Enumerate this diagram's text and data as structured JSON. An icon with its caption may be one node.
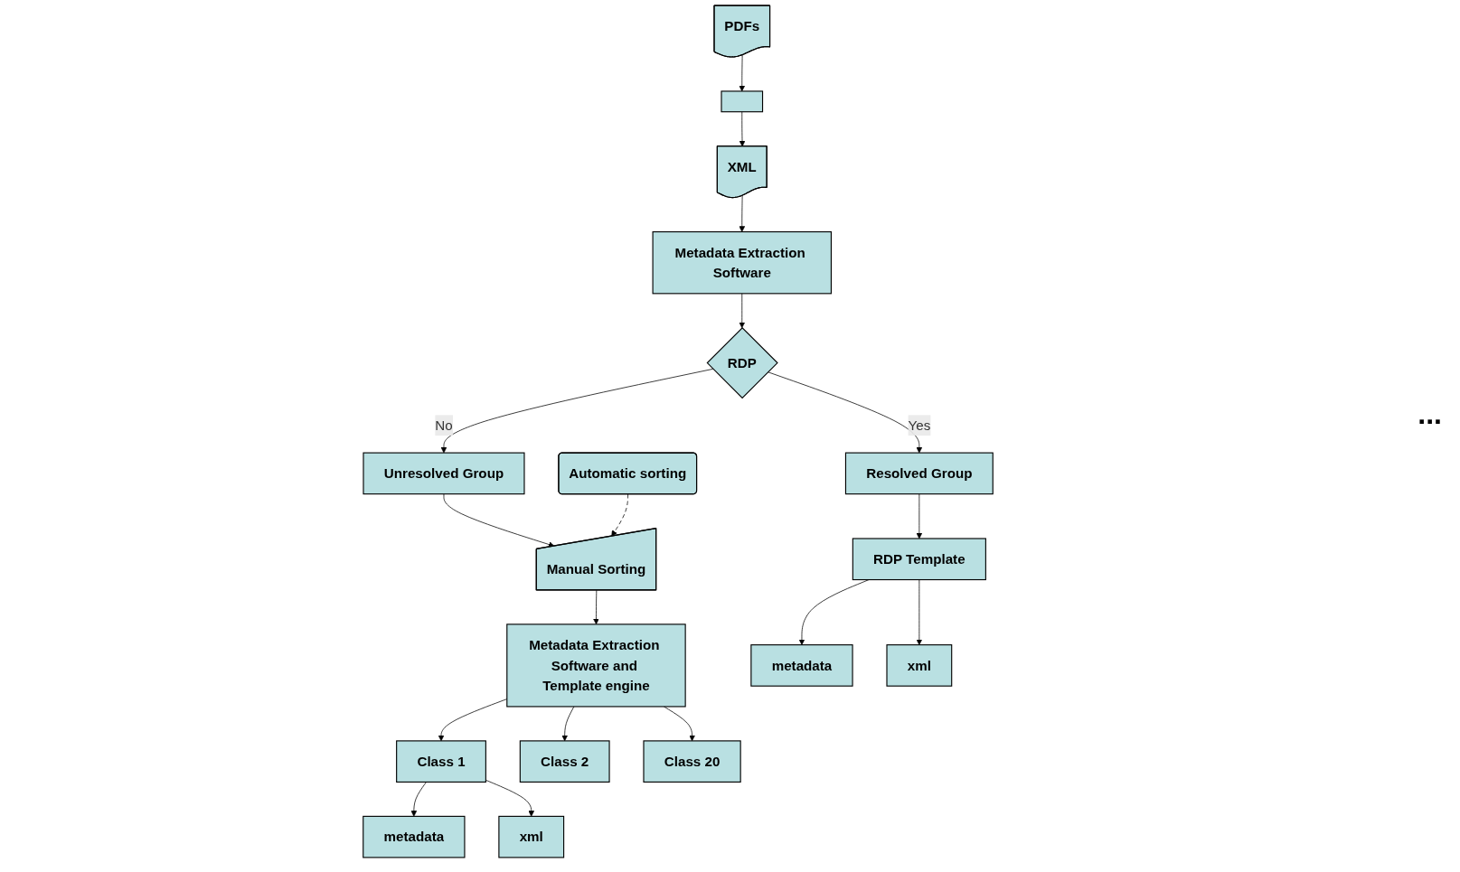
{
  "diagram": {
    "nodes": [
      {
        "text": [
          "PDFs"
        ]
      },
      {
        "text": [],
        "shape": "box"
      },
      {
        "text": [
          "XML"
        ]
      },
      {
        "text": [
          "Metadata Extraction Software"
        ]
      },
      {
        "text": [
          "RDP"
        ]
      },
      {
        "text": [
          "Unresolved Group"
        ]
      },
      {
        "text": [
          "Automatic sorting"
        ]
      },
      {
        "text": [
          "Manual Sorting"
        ]
      },
      {
        "text": [
          "Metadata Extraction Software and Template engine"
        ]
      },
      {
        "text": [
          "Class 1"
        ]
      },
      {
        "text": [
          "Class 2"
        ]
      },
      {
        "text": [
          "Class 20"
        ]
      },
      {
        "text": [
          "metadata"
        ]
      },
      {
        "text": [
          "xml"
        ]
      },
      {
        "text": [
          "Resolved Group"
        ]
      },
      {
        "text": [
          "RDP Template"
        ]
      },
      {
        "text": [
          "metadata"
        ]
      },
      {
        "text": [
          "xml"
        ]
      }
    ],
    "edges": [
      {
        "from": 0,
        "to": 1,
        "arrow": "to"
      },
      {
        "from": 1,
        "to": 2,
        "arrow": "to"
      },
      {
        "from": 2,
        "to": 3,
        "arrow": "to"
      },
      {
        "from": 3,
        "to": 4,
        "arrow": "to"
      },
      {
        "from": 4,
        "to": 5,
        "arrow": "to",
        "label": "No"
      },
      {
        "from": 4,
        "to": 14,
        "arrow": "to",
        "label": "Yes"
      },
      {
        "from": 5,
        "to": 7,
        "arrow": "to"
      },
      {
        "from": 6,
        "to": 7,
        "arrow": "to",
        "style": "dashed"
      },
      {
        "from": 7,
        "to": 8,
        "arrow": "to"
      },
      {
        "from": 8,
        "to": 9,
        "arrow": "to"
      },
      {
        "from": 8,
        "to": 10,
        "arrow": "to"
      },
      {
        "from": 8,
        "to": 11,
        "arrow": "to"
      },
      {
        "from": 9,
        "to": 12,
        "arrow": "to"
      },
      {
        "from": 9,
        "to": 13,
        "arrow": "to"
      },
      {
        "from": 14,
        "to": 15,
        "arrow": "to"
      },
      {
        "from": 15,
        "to": 16,
        "arrow": "to"
      },
      {
        "from": 15,
        "to": 17,
        "arrow": "to"
      }
    ],
    "labels": [
      "..."
    ]
  }
}
